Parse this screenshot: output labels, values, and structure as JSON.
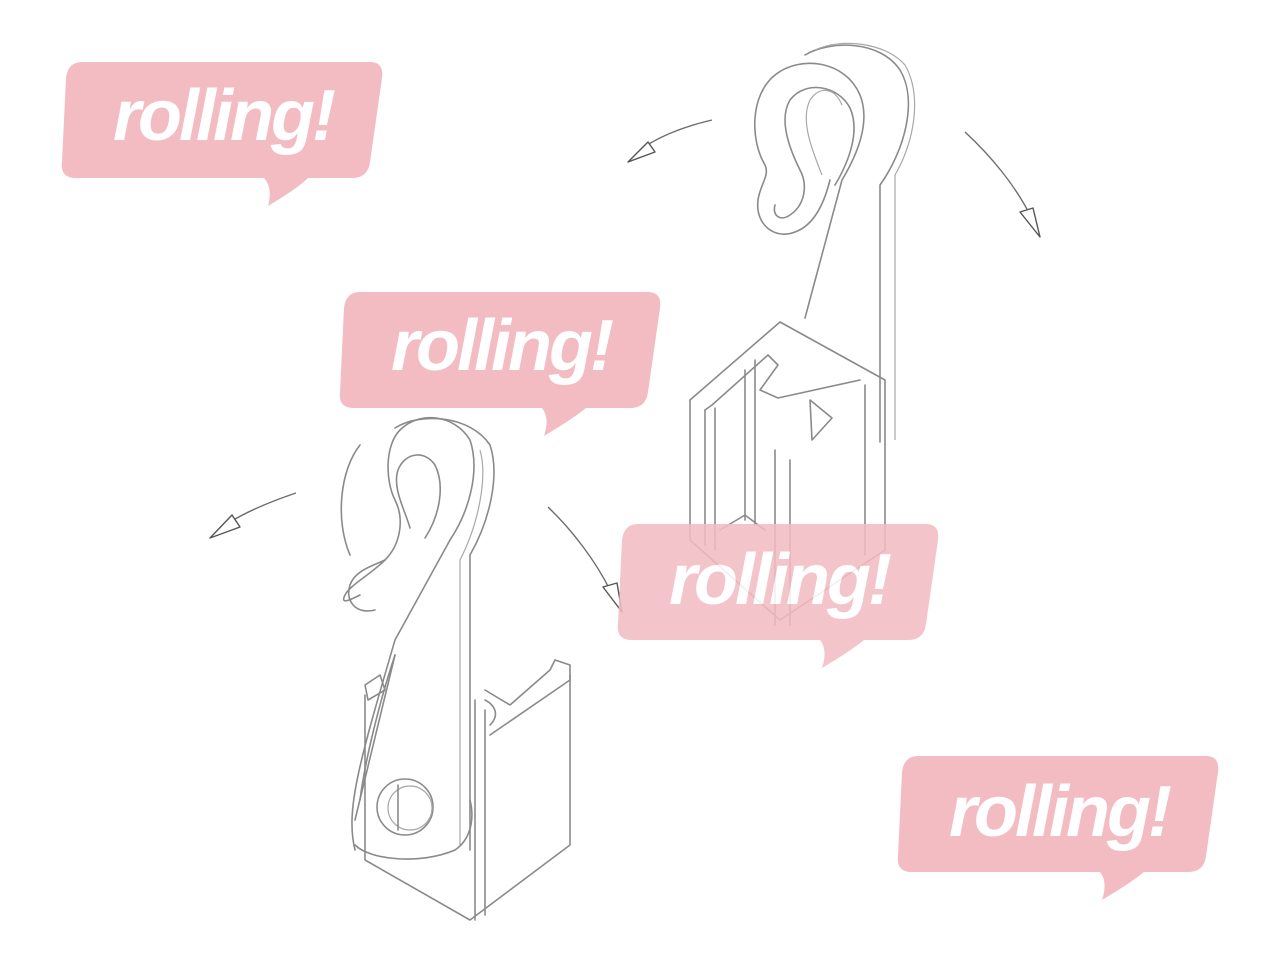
{
  "figure": {
    "type": "technical line drawing",
    "subject": "two rotating curtain hook gliders",
    "parts": [
      {
        "name": "upper-right hook glider",
        "rotation_arrows": 2
      },
      {
        "name": "lower-left hook glider with pin",
        "rotation_arrows": 2
      }
    ],
    "line_color": "#8a8a8a"
  },
  "watermarks": [
    {
      "text": "rolling!",
      "color": "#f2bcc2"
    },
    {
      "text": "rolling!",
      "color": "#f2bcc2"
    },
    {
      "text": "rolling!",
      "color": "#f2bcc2"
    },
    {
      "text": "rolling!",
      "color": "#f2bcc2"
    }
  ]
}
